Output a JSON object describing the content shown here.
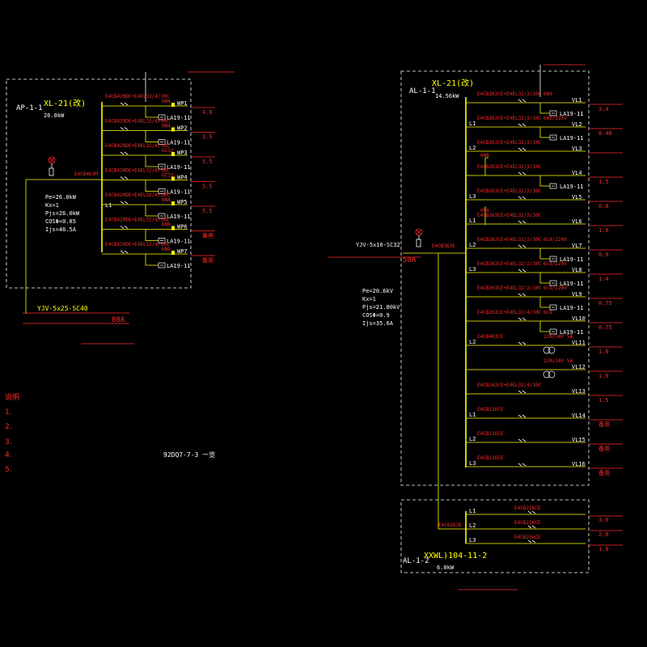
{
  "colors": {
    "background": "#000000",
    "bus": "#ffff00",
    "text": "#ffffff",
    "label": "#ff2a2a",
    "aux": "#00ffff"
  },
  "left_panel": {
    "panel_id": "AP-1-1",
    "model": "XL-21(改)",
    "power": "26.0kW",
    "top_label": "",
    "main_breaker": "E4CB463M",
    "calc": [
      "Pe=26.0kW",
      "Kx=1",
      "Pjs=26.0kW",
      "COSΦ=0.85",
      "Ijs=46.5A"
    ],
    "incoming_cable": "YJV-5x25-SC40",
    "incoming_note": "",
    "incoming_current": "80A",
    "title": "",
    "circuits": [
      {
        "id": "WP1",
        "breaker": "E4CB420DE+E4EL32/4/30C",
        "aux": "6N4",
        "contactor": "LA19-11",
        "note": "",
        "value": "4.0"
      },
      {
        "id": "WP2",
        "breaker": "E4CB420DE+E4EL32/4/30C",
        "aux": "6N4",
        "contactor": "LA19-11",
        "note": "",
        "value": "3.5"
      },
      {
        "id": "WP3",
        "breaker": "E4CB420DE+E4EL32/4/30C",
        "aux": "GC32",
        "contactor": "LA19-11",
        "note": "",
        "value": "5.5"
      },
      {
        "id": "WP4",
        "breaker": "E4CB420DE+E4EL32/4/30C",
        "aux": "GC32",
        "contactor": "LA19-11",
        "note": "",
        "value": "5.5"
      },
      {
        "id": "WP5",
        "breaker": "E4CB420DE+E4EL32/4/30C",
        "aux": "6N4",
        "contactor": "LA19-11",
        "note": "",
        "value": "5.5"
      },
      {
        "id": "WP6",
        "breaker": "E4CB420DE+E4EL32/4/30C",
        "aux": "6N9",
        "contactor": "LA19-11",
        "note": "",
        "value": "备用"
      },
      {
        "id": "WP7",
        "breaker": "E4CB420DE+E4EL32/4/30C",
        "aux": "6N9",
        "contactor": "LA19-11",
        "note": "",
        "value": "备用"
      }
    ]
  },
  "notes": {
    "heading": "说明",
    "items": [
      "1.",
      "2.",
      "3.",
      "4.",
      "5."
    ],
    "item4_suffix": "92DQ7-7-3 一览"
  },
  "right_panel": {
    "panel_id": "AL-1-1",
    "model": "XL-21(改)",
    "power": "14.56kW",
    "top_label": "",
    "incoming_cable": "YJV-5x10-SC32",
    "incoming_note": "",
    "incoming_current": "50A",
    "main_breaker": "E4CB363E",
    "calc": [
      "Pe=20.6kV",
      "Kx=1",
      "Pjs=21.80kV",
      "COSΦ=0.9",
      "Ijs=35.6A"
    ],
    "title": "",
    "sub_panel": {
      "panel_id": "AL-1-2",
      "model": "XXWL)104-11-2",
      "power": "6.0kW",
      "breaker": "E4CB263E"
    },
    "circuits": [
      {
        "id": "VL1",
        "phase": "",
        "breaker": "E4CB263CE+E4EL32/2/30C",
        "aux": "6N9",
        "contactor": "LA19-11",
        "note": "",
        "value": "3.4"
      },
      {
        "id": "VL2",
        "phase": "L1",
        "breaker": "E4CB263CE+E4EL32/2/30C",
        "aux": "6N6/220V",
        "contactor": "LA19-11",
        "note": "",
        "value": "0.48"
      },
      {
        "id": "VL3",
        "phase": "L2",
        "breaker": "E4CB263CE+E4EL32/2/30C",
        "aux": "",
        "contactor": "",
        "note": "",
        "value": ""
      },
      {
        "id": "VL4",
        "phase": "",
        "breaker": "E4CB263CE+E4EL32/2/30C",
        "aux": "",
        "contactor": "LA19-11",
        "note": "",
        "value": "1.5"
      },
      {
        "id": "VL5",
        "phase": "L3",
        "breaker": "E4CB263CE+E4EL32/2/30C",
        "aux": "",
        "contactor": "",
        "note": "",
        "value": "0.8"
      },
      {
        "id": "VL6",
        "phase": "L1",
        "breaker": "E4CB263CE+E4EL32/2/30C",
        "aux": "",
        "contactor": "",
        "note": "",
        "value": "1.0"
      },
      {
        "id": "VL7",
        "phase": "L2",
        "breaker": "E4CB263CE+E4EL32/2/30C",
        "aux": "6C9/220V",
        "contactor": "LA19-11",
        "note": "",
        "value": "0.9"
      },
      {
        "id": "VL8",
        "phase": "L3",
        "breaker": "E4CB263CE+E4EL32/2/30C",
        "aux": "6C9/220V",
        "contactor": "LA19-11",
        "note": "",
        "value": "1.4"
      },
      {
        "id": "VL9",
        "phase": "",
        "breaker": "E4CB263CE+E4EL32/2/30C",
        "aux": "6C9/220V",
        "contactor": "LA19-11",
        "note": "",
        "value": "0.75"
      },
      {
        "id": "VL10",
        "phase": "",
        "breaker": "E4CB263CE+E4EL32/4/30C",
        "aux": "6C9",
        "contactor": "LA19-11",
        "note": "",
        "value": "0.75"
      },
      {
        "id": "VL11",
        "phase": "L2",
        "breaker": "E4CB463CE",
        "aux": "220/24V 5A",
        "contactor": "",
        "note": "",
        "value": "1.0"
      },
      {
        "id": "VL12",
        "phase": "",
        "breaker": "",
        "aux": "220/24V 5A",
        "contactor": "",
        "note": "",
        "value": "1.0"
      },
      {
        "id": "VL13",
        "phase": "",
        "breaker": "E4CB263CE+E4EL32/4/30C",
        "aux": "",
        "contactor": "",
        "note": "",
        "value": "1.5"
      },
      {
        "id": "VL14",
        "phase": "L1",
        "breaker": "E4CB216CE",
        "aux": "",
        "contactor": "",
        "note": "",
        "value": "备用"
      },
      {
        "id": "VL15",
        "phase": "L2",
        "breaker": "E4CB216CE",
        "aux": "",
        "contactor": "",
        "note": "",
        "value": "备用"
      },
      {
        "id": "VL16",
        "phase": "L3",
        "breaker": "E4CB216CE",
        "aux": "",
        "contactor": "",
        "note": "",
        "value": "备用"
      }
    ],
    "sub_circuits": [
      {
        "phase": "L1",
        "breaker": "E4CB216CE",
        "note": "",
        "value": "3.0"
      },
      {
        "phase": "L2",
        "breaker": "E4CB216CE",
        "note": "",
        "value": "2.0"
      },
      {
        "phase": "L3",
        "breaker": "E4CB216CE",
        "note": "",
        "value": "1.0"
      }
    ]
  }
}
